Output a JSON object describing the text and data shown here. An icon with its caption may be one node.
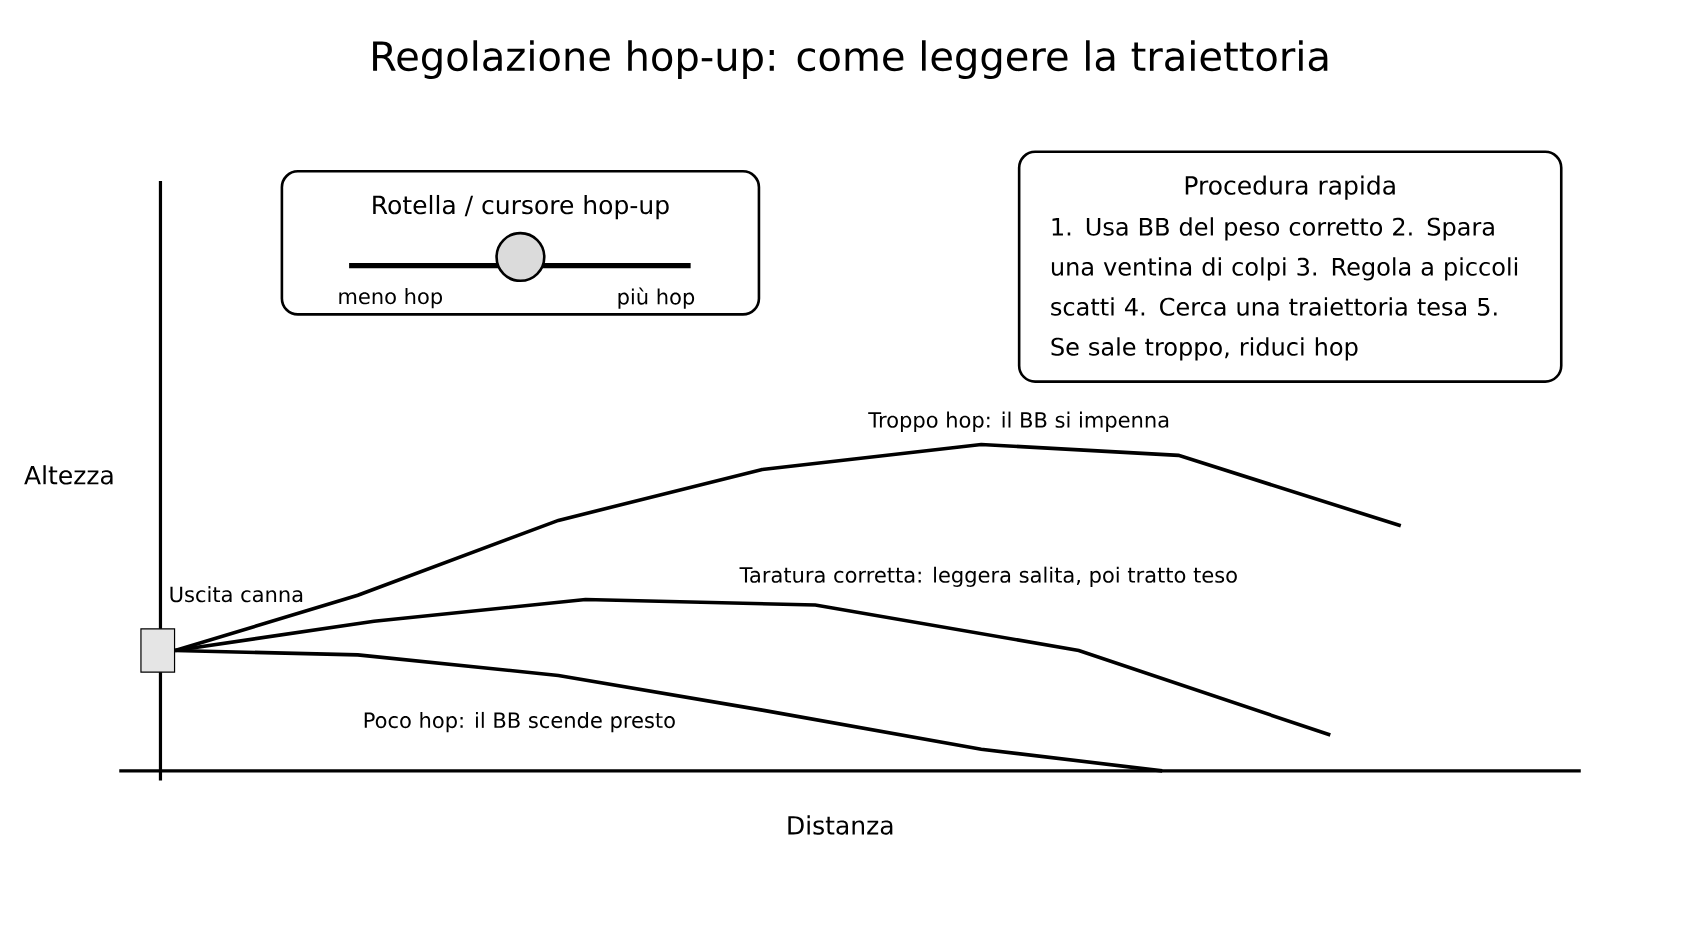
{
  "diagram": {
    "title": "Regolazione hop-up: come leggere la traiettoria",
    "nodes": [
      {
        "text": [
          "Rotella / cursore hop-up",
          "meno hop",
          "più hop"
        ]
      },
      {
        "text": [
          "Procedura rapida",
          "1. Usa BB del peso corretto 2. Spara una ventina di colpi 3. Regola a piccoli scatti 4. Cerca una traiettoria tesa 5. Se sale troppo, riduci hop"
        ]
      },
      {
        "text": [],
        "shape": "box",
        "beside": [
          "Uscita canna"
        ]
      }
    ],
    "edges": [
      {
        "from": 2,
        "to": null,
        "arrow": "none",
        "label": "Troppo hop: il BB si impenna"
      },
      {
        "from": 2,
        "to": null,
        "arrow": "none",
        "label": "Taratura corretta: leggera salita, poi tratto teso"
      },
      {
        "from": 2,
        "to": null,
        "arrow": "none",
        "label": "Poco hop: il BB scende presto"
      }
    ],
    "labels": [
      "Altezza",
      "Distanza"
    ]
  }
}
